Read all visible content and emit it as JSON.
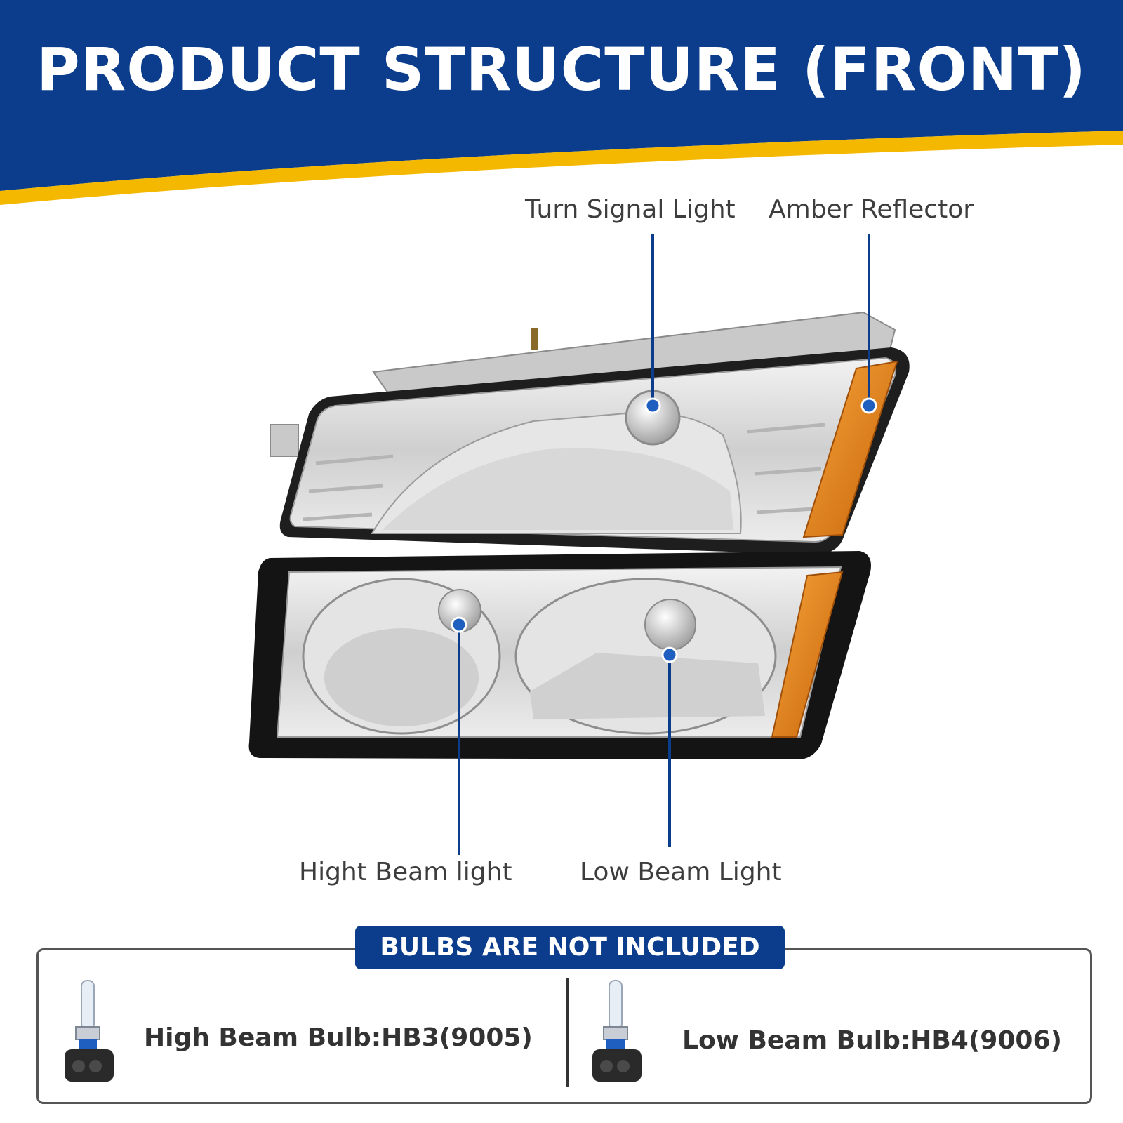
{
  "banner": {
    "title": "PRODUCT STRUCTURE (FRONT)",
    "colors": {
      "navy": "#0b3d8c",
      "gold": "#f4b800"
    }
  },
  "callouts": [
    {
      "id": "turn-signal",
      "label": "Turn Signal Light"
    },
    {
      "id": "amber-reflector",
      "label": "Amber Reflector"
    },
    {
      "id": "high-beam",
      "label": "Hight Beam light"
    },
    {
      "id": "low-beam",
      "label": "Low Beam Light"
    }
  ],
  "bulbs": {
    "notice": "BULBS ARE NOT INCLUDED",
    "items": [
      {
        "label": "High Beam Bulb:HB3(9005)",
        "icon": "bulb-icon"
      },
      {
        "label": "Low Beam Bulb:HB4(9006)",
        "icon": "bulb-icon"
      }
    ]
  },
  "colors": {
    "callout_line": "#0b3d8c",
    "amber": "#e07a10",
    "chrome": "#d9d9d9",
    "black_trim": "#141414"
  }
}
